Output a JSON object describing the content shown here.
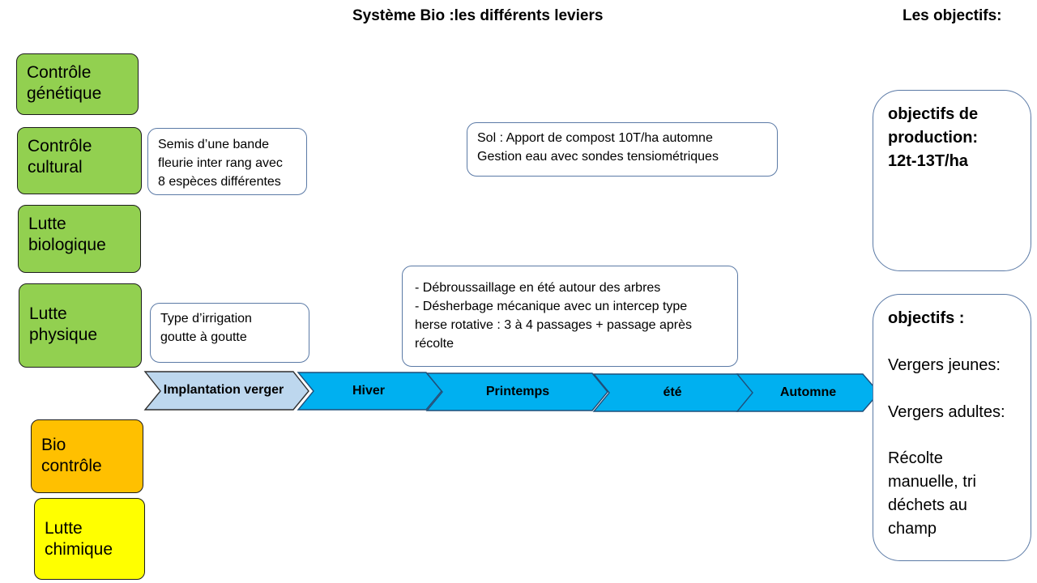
{
  "header": {
    "title": "Système Bio :les différents leviers",
    "objectives_title": "Les objectifs:"
  },
  "levers": [
    {
      "lines": [
        "Contrôle",
        "génétique"
      ],
      "color": "#92d050"
    },
    {
      "lines": [
        "Contrôle",
        "cultural"
      ],
      "color": "#92d050"
    },
    {
      "lines": [
        "Lutte",
        "biologique"
      ],
      "color": "#92d050"
    },
    {
      "lines": [
        "Lutte",
        "physique"
      ],
      "color": "#92d050"
    },
    {
      "lines": [
        "Bio",
        "contrôle"
      ],
      "color": "#ffc000"
    },
    {
      "lines": [
        "Lutte",
        "chimique"
      ],
      "color": "#ffff00"
    }
  ],
  "notes": {
    "bande_fleurie": [
      "Semis d’une bande",
      "fleurie inter rang avec",
      "8 espèces différentes"
    ],
    "sol": [
      "Sol : Apport de compost 10T/ha automne",
      "Gestion eau avec sondes tensiométriques"
    ],
    "irrigation": [
      "Type d’irrigation",
      "goutte à goutte"
    ],
    "entretien": [
      "- Débroussaillage en été autour des arbres",
      "- Désherbage mécanique avec un intercep type",
      "herse rotative : 3 à 4 passages + passage après",
      "récolte"
    ]
  },
  "timeline": {
    "steps": [
      "Implantation verger",
      "Hiver",
      "Printemps",
      "été",
      "Automne"
    ],
    "first_color": "#bdd7ee",
    "color": "#00b0f0"
  },
  "objectives": {
    "production": [
      "objectifs de",
      "production:",
      "12t-13T/ha"
    ],
    "general": {
      "heading": "objectifs :",
      "young": "Vergers jeunes:",
      "adult": "Vergers adultes:",
      "harvest": [
        "Récolte",
        "manuelle, tri",
        "déchets au",
        "champ"
      ]
    }
  }
}
